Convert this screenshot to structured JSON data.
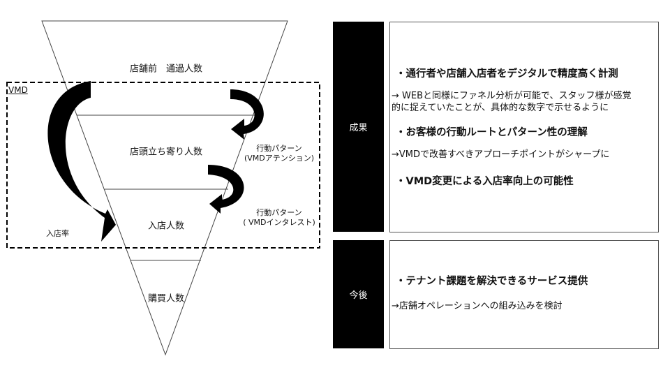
{
  "funnel": {
    "stages": [
      "店舗前　通過人数",
      "店頭立ち寄り人数",
      "入店人数",
      "購買人数"
    ],
    "vmd_label": "VMD",
    "entry_rate_label": "入店率",
    "pattern_attention": [
      "行動パターン",
      "(VMDアテンション)"
    ],
    "pattern_interest": [
      "行動パターン",
      "( VMDインタレスト)"
    ]
  },
  "results": {
    "heading": "成果",
    "items": [
      {
        "title": "・通行者や店舗入店者をデジタルで精度高く計測",
        "detail": [
          "→ WEBと同様にファネル分析が可能で、スタッフ様が感覚",
          "的に捉えていたことが、具体的な数字で示せるように"
        ]
      },
      {
        "title": "・お客様の行動ルートとパターン性の理解",
        "detail": [
          "→VMDで改善すべきアプローチポイントがシャープに"
        ]
      },
      {
        "title": "・VMD変更による入店率向上の可能性"
      }
    ]
  },
  "future": {
    "heading": "今後",
    "title": "・テナント課題を解決できるサービス提供",
    "detail": "→店舗オペレーションへの組み込みを検討"
  }
}
